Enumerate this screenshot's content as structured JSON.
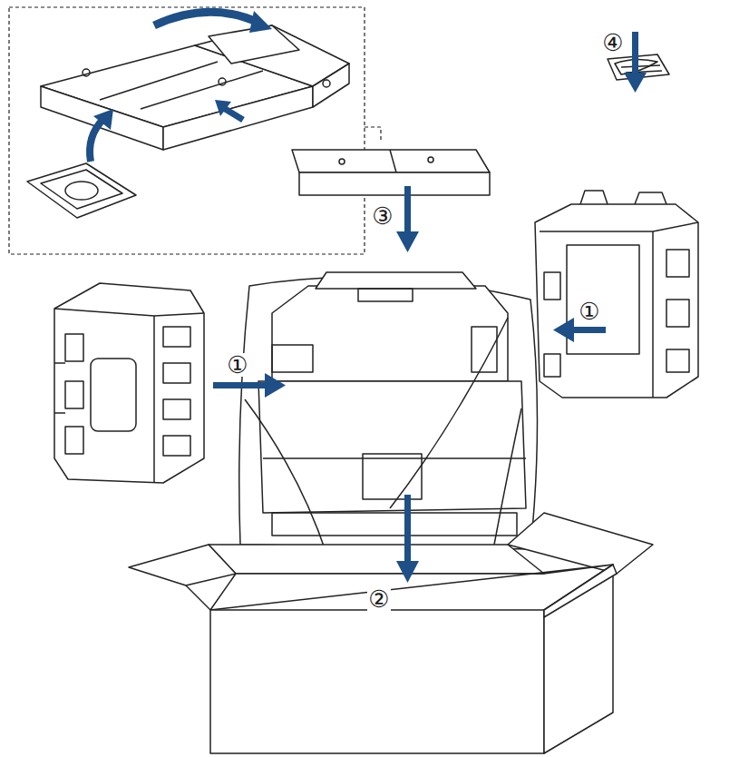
{
  "diagram": {
    "labels": [
      "④",
      "③",
      "①",
      "①",
      "②"
    ]
  }
}
